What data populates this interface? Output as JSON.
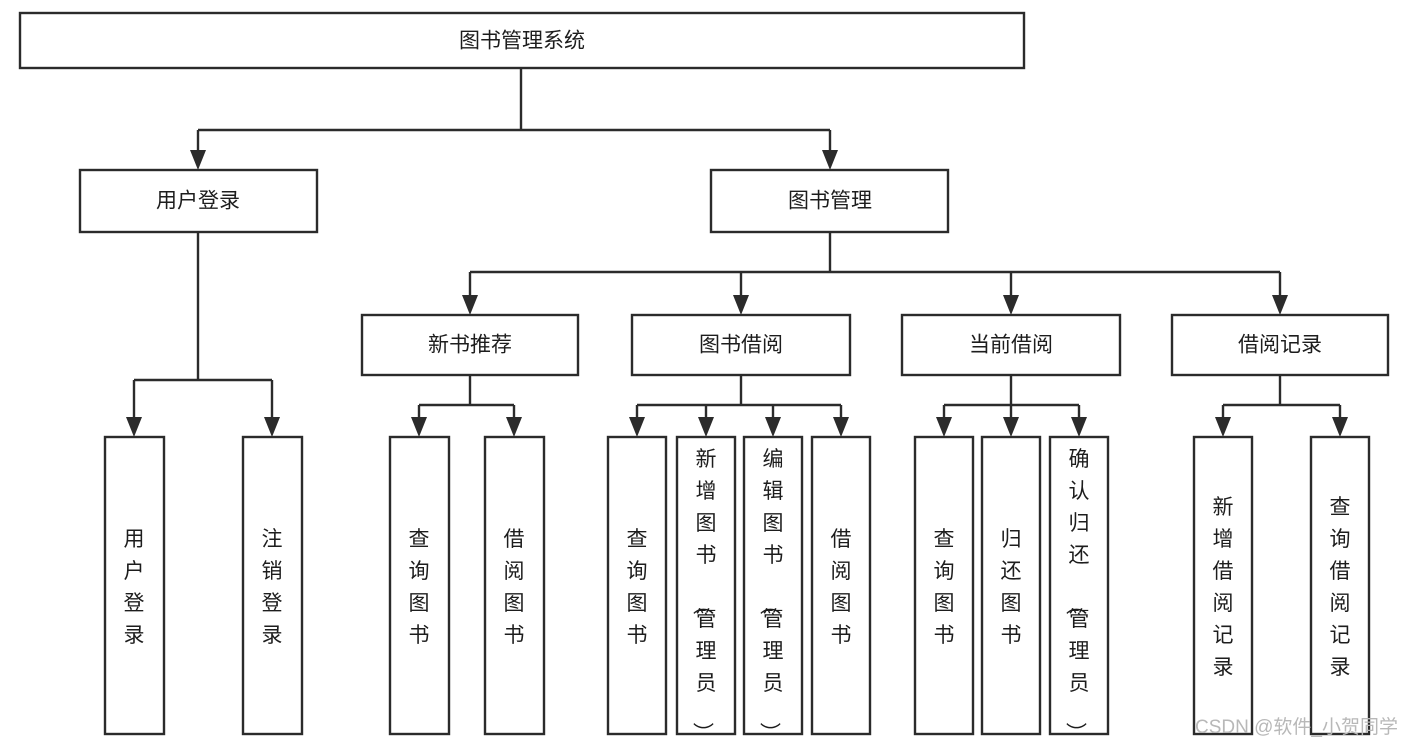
{
  "diagram": {
    "title": "图书管理系统",
    "type": "tree-hierarchy",
    "orientation": "top-down",
    "colors": {
      "box_stroke": "#2b2b2b",
      "box_fill": "#ffffff",
      "connector": "#2b2b2b",
      "text": "#1d1d1d",
      "watermark": "#b8b8b8",
      "background": "#ffffff"
    },
    "levels": {
      "root": {
        "label": "图书管理系统"
      },
      "level2": [
        {
          "label": "用户登录"
        },
        {
          "label": "图书管理"
        }
      ],
      "level3": [
        {
          "label": "新书推荐"
        },
        {
          "label": "图书借阅"
        },
        {
          "label": "当前借阅"
        },
        {
          "label": "借阅记录"
        }
      ]
    },
    "leaves": {
      "user_login": [
        {
          "label": "用户登录"
        },
        {
          "label": "注销登录"
        }
      ],
      "new_book_recommend": [
        {
          "label": "查询图书"
        },
        {
          "label": "借阅图书"
        }
      ],
      "book_borrow": [
        {
          "label": "查询图书"
        },
        {
          "label": "新增图书（管理员）"
        },
        {
          "label": "编辑图书（管理员）"
        },
        {
          "label": "借阅图书"
        }
      ],
      "current_borrow": [
        {
          "label": "查询图书"
        },
        {
          "label": "归还图书"
        },
        {
          "label": "确认归还（管理员）"
        }
      ],
      "borrow_record": [
        {
          "label": "新增借阅记录"
        },
        {
          "label": "查询借阅记录"
        }
      ]
    },
    "watermark": "CSDN @软件_小贺同学"
  }
}
